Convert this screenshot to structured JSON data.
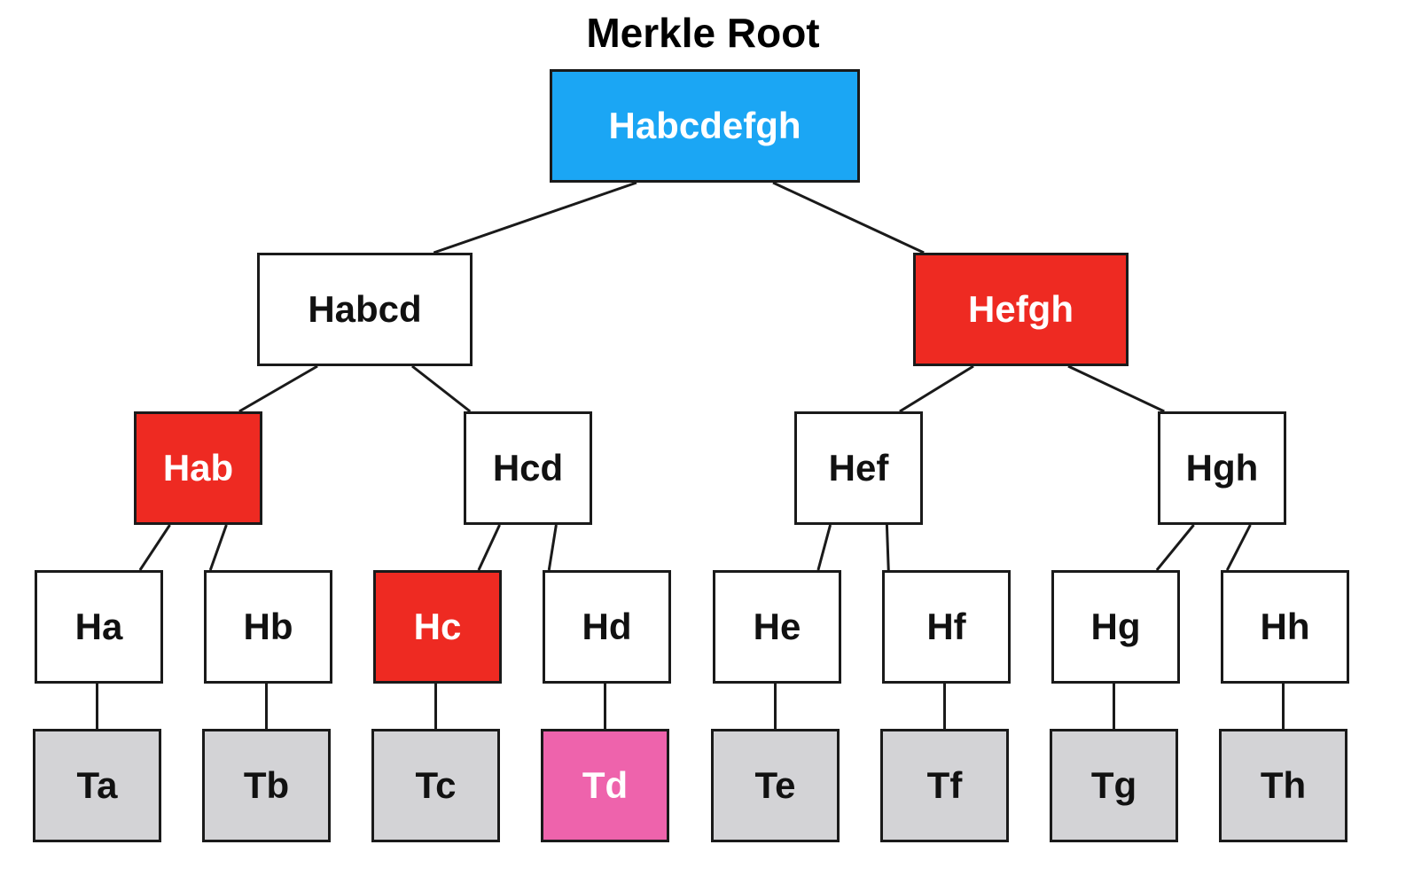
{
  "title": "Merkle Root",
  "colors": {
    "root_fill": "#1ba6f4",
    "highlight_fill": "#ee2a22",
    "target_fill": "#ee63ac",
    "hash_fill": "#ffffff",
    "data_fill": "#d3d3d6",
    "border": "#1a1a1a",
    "dark_text": "#111111",
    "light_text": "#ffffff"
  },
  "nodes": {
    "root": {
      "label": "Habcdefgh",
      "style": "root"
    },
    "habcd": {
      "label": "Habcd",
      "style": "hash"
    },
    "hefgh": {
      "label": "Hefgh",
      "style": "highlight"
    },
    "hab": {
      "label": "Hab",
      "style": "highlight"
    },
    "hcd": {
      "label": "Hcd",
      "style": "hash"
    },
    "hef": {
      "label": "Hef",
      "style": "hash"
    },
    "hgh": {
      "label": "Hgh",
      "style": "hash"
    },
    "ha": {
      "label": "Ha",
      "style": "hash"
    },
    "hb": {
      "label": "Hb",
      "style": "hash"
    },
    "hc": {
      "label": "Hc",
      "style": "highlight"
    },
    "hd": {
      "label": "Hd",
      "style": "hash"
    },
    "he": {
      "label": "He",
      "style": "hash"
    },
    "hf": {
      "label": "Hf",
      "style": "hash"
    },
    "hg": {
      "label": "Hg",
      "style": "hash"
    },
    "hh": {
      "label": "Hh",
      "style": "hash"
    },
    "ta": {
      "label": "Ta",
      "style": "data"
    },
    "tb": {
      "label": "Tb",
      "style": "data"
    },
    "tc": {
      "label": "Tc",
      "style": "data"
    },
    "td": {
      "label": "Td",
      "style": "target"
    },
    "te": {
      "label": "Te",
      "style": "data"
    },
    "tf": {
      "label": "Tf",
      "style": "data"
    },
    "tg": {
      "label": "Tg",
      "style": "data"
    },
    "th": {
      "label": "Th",
      "style": "data"
    }
  },
  "edges": [
    [
      "root",
      "habcd"
    ],
    [
      "root",
      "hefgh"
    ],
    [
      "habcd",
      "hab"
    ],
    [
      "habcd",
      "hcd"
    ],
    [
      "hefgh",
      "hef"
    ],
    [
      "hefgh",
      "hgh"
    ],
    [
      "hab",
      "ha"
    ],
    [
      "hab",
      "hb"
    ],
    [
      "hcd",
      "hc"
    ],
    [
      "hcd",
      "hd"
    ],
    [
      "hef",
      "he"
    ],
    [
      "hef",
      "hf"
    ],
    [
      "hgh",
      "hg"
    ],
    [
      "hgh",
      "hh"
    ],
    [
      "ha",
      "ta"
    ],
    [
      "hb",
      "tb"
    ],
    [
      "hc",
      "tc"
    ],
    [
      "hd",
      "td"
    ],
    [
      "he",
      "te"
    ],
    [
      "hf",
      "tf"
    ],
    [
      "hg",
      "tg"
    ],
    [
      "hh",
      "th"
    ]
  ]
}
